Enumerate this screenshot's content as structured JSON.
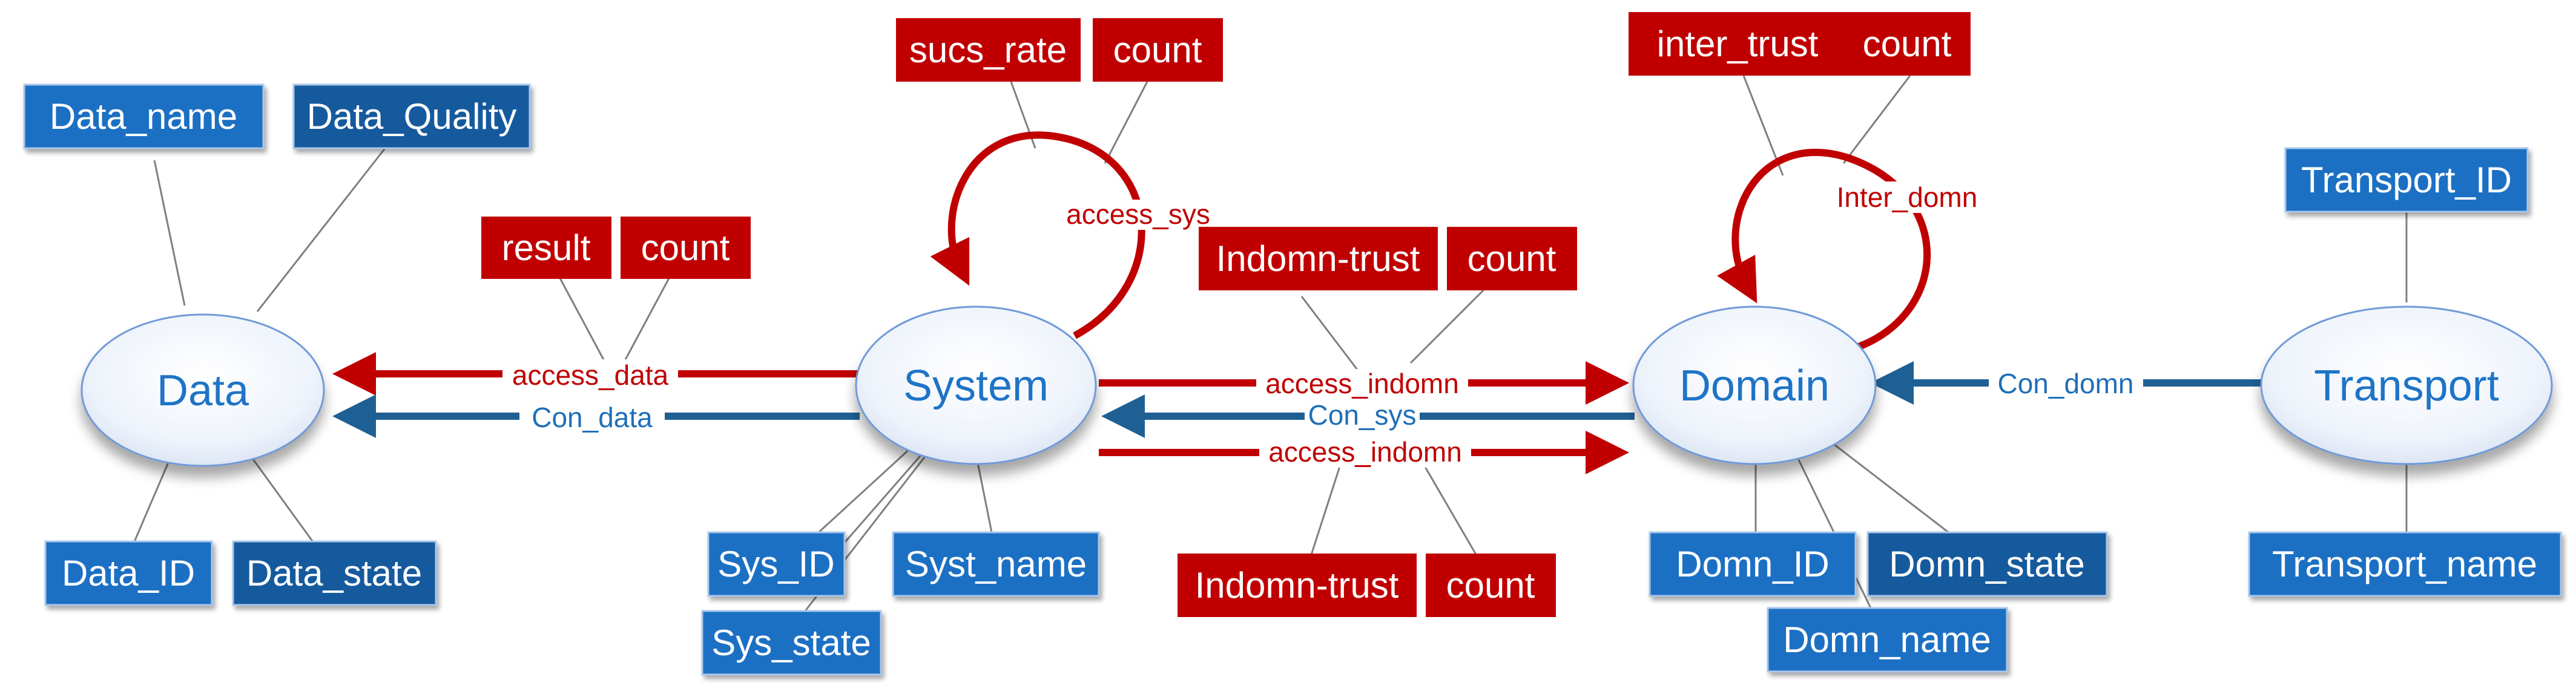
{
  "colors": {
    "blue_box": "#1a6fc4",
    "blue_box_dark": "#175a9e",
    "red_box": "#c00000",
    "red_arrow": "#c00000",
    "blue_arrow": "#1f6094",
    "entity_text": "#1e74c7",
    "line": "#7f7f7f"
  },
  "entities": {
    "data": "Data",
    "system": "System",
    "domain": "Domain",
    "transport": "Transport"
  },
  "attributes": {
    "data_name": "Data_name",
    "data_quality": "Data_Quality",
    "data_id": "Data_ID",
    "data_state": "Data_state",
    "sys_id": "Sys_ID",
    "syst_name": "Syst_name",
    "sys_state": "Sys_state",
    "domn_id": "Domn_ID",
    "domn_state": "Domn_state",
    "domn_name": "Domn_name",
    "transport_id": "Transport_ID",
    "transport_name": "Transport_name"
  },
  "relation_attributes": {
    "sucs_rate": "sucs_rate",
    "sys_count": "count",
    "result": "result",
    "data_count": "count",
    "inter_trust": "inter_trust",
    "inter_count": "count",
    "indomn_trust_top": "Indomn-trust",
    "indomn_count_top": "count",
    "indomn_trust_bottom": "Indomn-trust",
    "indomn_count_bottom": "count"
  },
  "relations": {
    "access_data": "access_data",
    "con_data": "Con_data",
    "access_sys": "access_sys",
    "access_indomn_top": "access_indomn",
    "con_sys": "Con_sys",
    "access_indomn_bottom": "access_indomn",
    "inter_domn": "Inter_domn",
    "con_domn": "Con_domn"
  }
}
